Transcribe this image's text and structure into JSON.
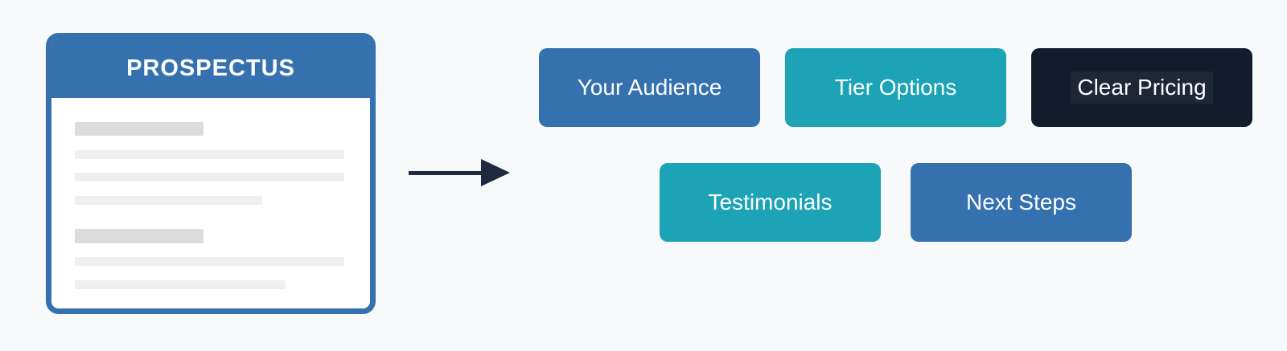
{
  "page": {
    "background": "#f8f9fa"
  },
  "document": {
    "title": "PROSPECTUS",
    "border_color": "#3471ae",
    "header_color": "#3471ae",
    "body_color": "#ffffff",
    "line_colors": {
      "heading": "#dcdcdc",
      "text": "#efefef"
    }
  },
  "arrow": {
    "color": "#1f2940",
    "direction": "right"
  },
  "cards": [
    {
      "label": "Your Audience",
      "color": "#3471ae"
    },
    {
      "label": "Tier Options",
      "color": "#1ca3b5"
    },
    {
      "label": "Clear Pricing",
      "color": "#131c2d"
    },
    {
      "label": "Testimonials",
      "color": "#1ca3b5"
    },
    {
      "label": "Next Steps",
      "color": "#3471ae"
    }
  ],
  "colors": {
    "blue": "#3471ae",
    "teal": "#1ca3b5",
    "navy": "#131c2d",
    "arrow_navy": "#1f2940",
    "placeholder_dark": "#dcdcdc",
    "placeholder_light": "#efefef",
    "text_on_card": "#ffffff"
  }
}
